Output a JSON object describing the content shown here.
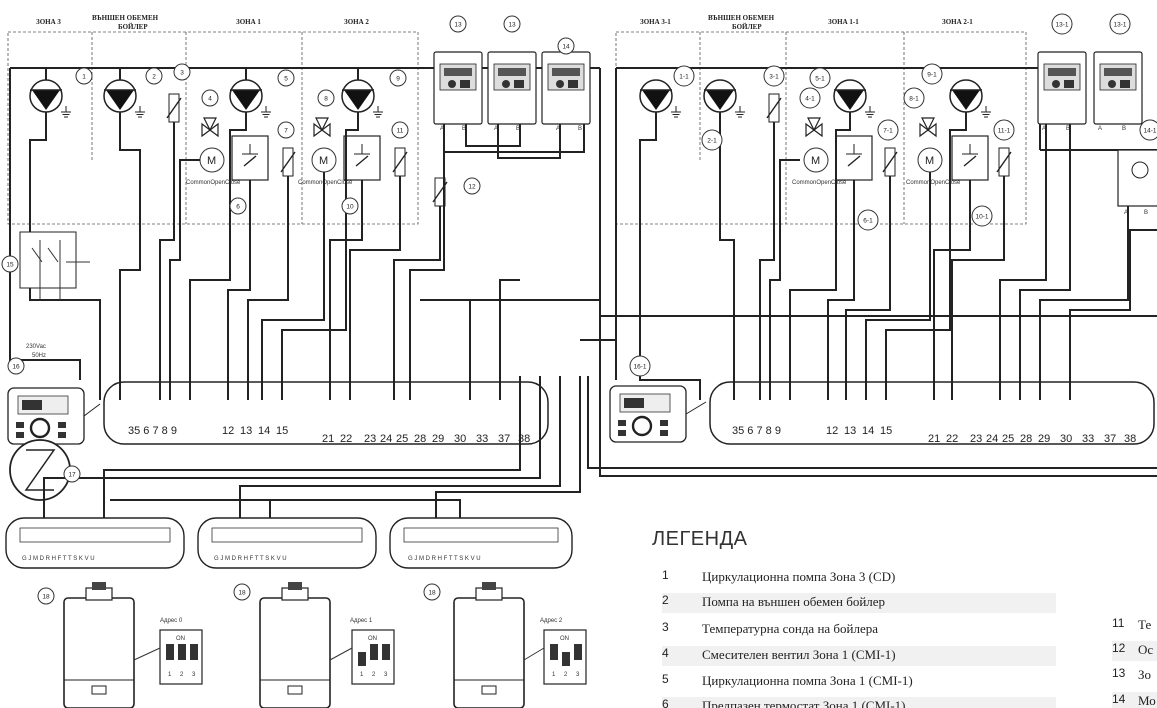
{
  "left_zones": {
    "zone3": "ЗОНА 3",
    "boiler": "ВЪНШЕН ОБЕМЕН БОЙЛЕР",
    "zone1": "ЗОНА 1",
    "zone2": "ЗОНА 2"
  },
  "right_zones": {
    "zone3": "ЗОНА 3-1",
    "boiler": "ВЪНШЕН ОБЕМЕН БОЙЛЕР",
    "zone1": "ЗОНА 1-1",
    "zone2": "ЗОНА 2-1"
  },
  "callouts_left": [
    "1",
    "2",
    "3",
    "4",
    "5",
    "6",
    "7",
    "8",
    "9",
    "10",
    "11",
    "12",
    "13",
    "13",
    "14",
    "15",
    "16",
    "17",
    "18",
    "18",
    "18"
  ],
  "callouts_right": [
    "1-1",
    "2-1",
    "3-1",
    "4-1",
    "5-1",
    "6-1",
    "7-1",
    "8-1",
    "9-1",
    "10-1",
    "11-1",
    "13-1",
    "13-1",
    "14-1",
    "16-1"
  ],
  "valve_labels": {
    "motor": "M",
    "common": "Common",
    "open": "Open",
    "close": "Close"
  },
  "bus_terminals": {
    "a": "A",
    "b": "B"
  },
  "power_supply": {
    "voltage": "230Vac",
    "frequency": "50Hz"
  },
  "left_controller_terminals": {
    "group1": "35 6 7 8 9",
    "group2": [
      "12",
      "13",
      "14",
      "15"
    ],
    "group3": [
      "21",
      "22",
      "23",
      "24",
      "25",
      "28",
      "29",
      "30",
      "33",
      "37",
      "38"
    ]
  },
  "right_controller_terminals": {
    "group1": "35 6 7 8 9",
    "group2": [
      "12",
      "13",
      "14",
      "15"
    ],
    "group3": [
      "21",
      "22",
      "23",
      "24",
      "25",
      "28",
      "29",
      "30",
      "33",
      "37",
      "38"
    ]
  },
  "boiler_terminal_letters": "G J M D R H F T T S K V U",
  "addresses": [
    "Адрес 0",
    "Адрес 1",
    "Адрес 2"
  ],
  "dip_switch": {
    "on_label": "ON",
    "positions": [
      "1",
      "2",
      "3"
    ]
  },
  "legend": {
    "title": "ЛЕГЕНДА",
    "items": [
      {
        "num": "1",
        "text": "Циркулационна помпа Зона 3 (CD)"
      },
      {
        "num": "2",
        "text": "Помпа на външен обемен бойлер"
      },
      {
        "num": "3",
        "text": "Температурна сонда на бойлера"
      },
      {
        "num": "4",
        "text": "Смесителен вентил Зона 1 (CMI-1)"
      },
      {
        "num": "5",
        "text": "Циркулационна помпа Зона 1 (CMI-1)"
      },
      {
        "num": "6",
        "text": "Предпазен термостат Зона 1 (CMI-1)"
      }
    ],
    "right_items": [
      {
        "num": "11",
        "text": "Те"
      },
      {
        "num": "12",
        "text": "Ос"
      },
      {
        "num": "13",
        "text": "Зо"
      },
      {
        "num": "14",
        "text": "Мо"
      }
    ]
  },
  "colors": {
    "wire": "#222222",
    "legend_shade": "#f1f1f1",
    "background": "#ffffff"
  }
}
